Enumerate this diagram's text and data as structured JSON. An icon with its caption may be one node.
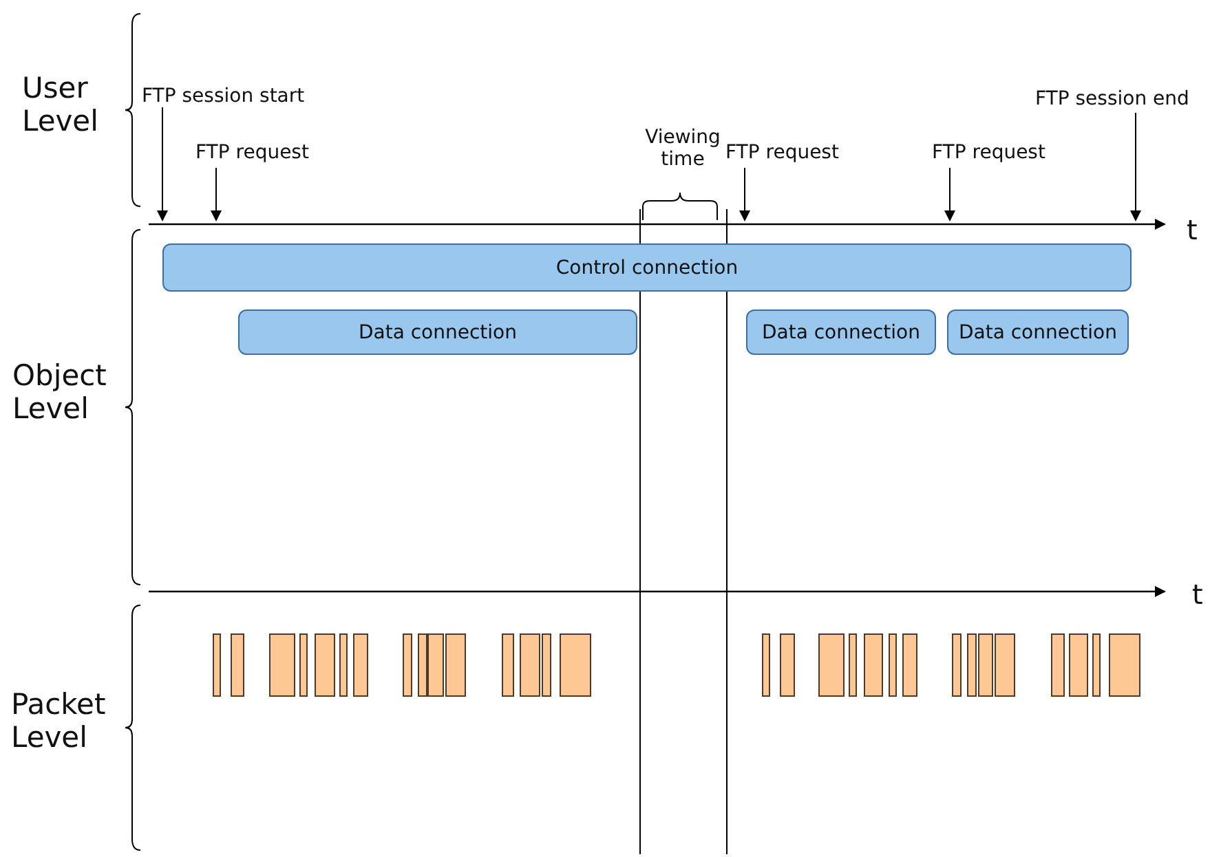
{
  "diagram": {
    "nodes": [
      {
        "text": [
          "Control connection"
        ]
      },
      {
        "text": [
          "Data connection"
        ]
      },
      {
        "text": [
          "Data connection"
        ]
      },
      {
        "text": [
          "Data connection"
        ]
      }
    ],
    "labels": [
      "User Level",
      "FTP session start",
      "FTP session end",
      "FTP request",
      "Viewing time",
      "FTP request",
      "FTP request",
      "t",
      "Object Level",
      "t",
      "Packet Level"
    ]
  }
}
